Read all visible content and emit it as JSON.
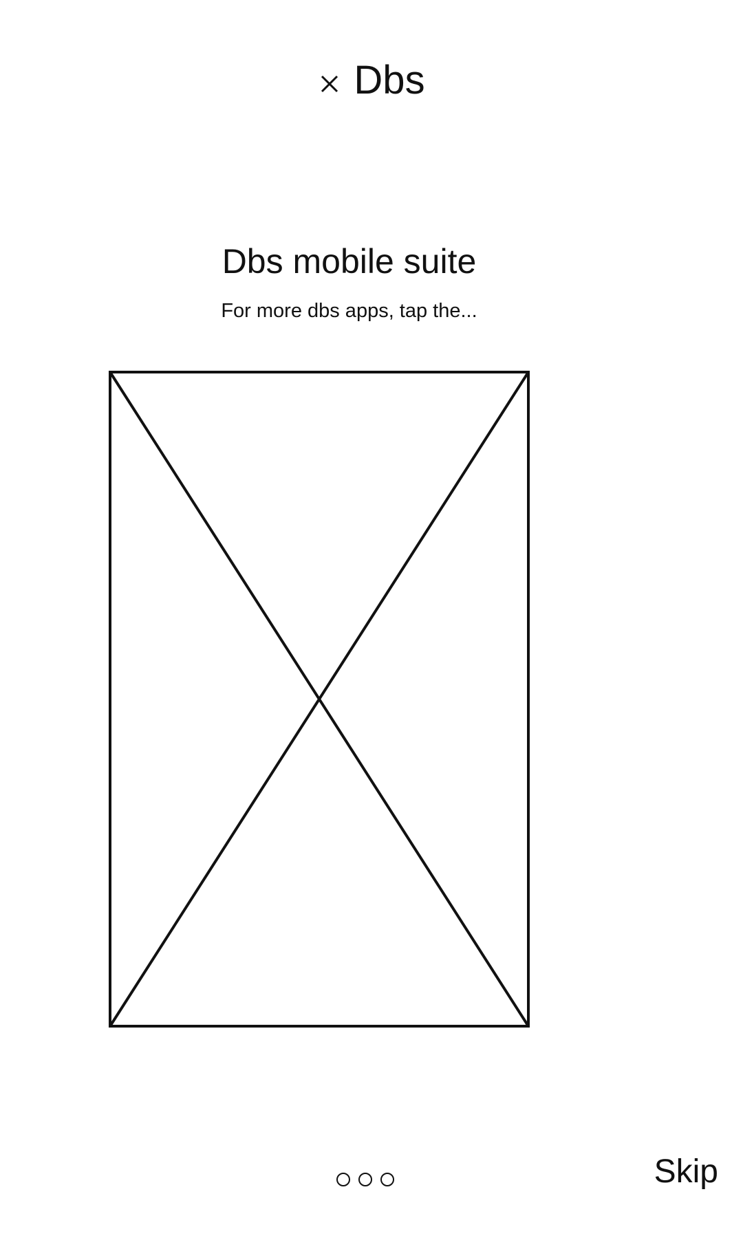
{
  "header": {
    "title": "Dbs",
    "icon": "close-icon"
  },
  "main": {
    "title": "Dbs mobile suite",
    "subtitle": "For more dbs apps, tap the...",
    "image_placeholder_icon": "image-placeholder-icon"
  },
  "footer": {
    "pager_dots": 3,
    "skip_label": "Skip"
  }
}
